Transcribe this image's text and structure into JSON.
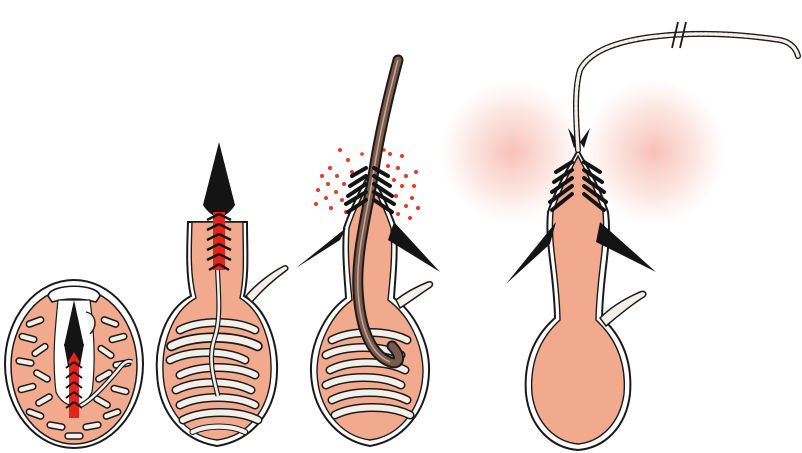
{
  "figure": {
    "stage_count": 4,
    "colors": {
      "background": "#ffffff",
      "capsule_fill": "#f2aa8f",
      "capsule_edge": "#d98d74",
      "outline": "#1a1a1a",
      "tubule": "#f3efe9",
      "stylet": "#141414",
      "stylet_red": "#e3231c",
      "dots_red": "#e83a27",
      "haze": "#f08d7d",
      "thread_brown": "#7a5a4c"
    },
    "stages": [
      {
        "id": 1,
        "state": "undischarged"
      },
      {
        "id": 2,
        "state": "operculum-open"
      },
      {
        "id": 3,
        "state": "discharging"
      },
      {
        "id": 4,
        "state": "fully-discharged"
      }
    ],
    "icons": [
      "break-mark-icon"
    ]
  }
}
